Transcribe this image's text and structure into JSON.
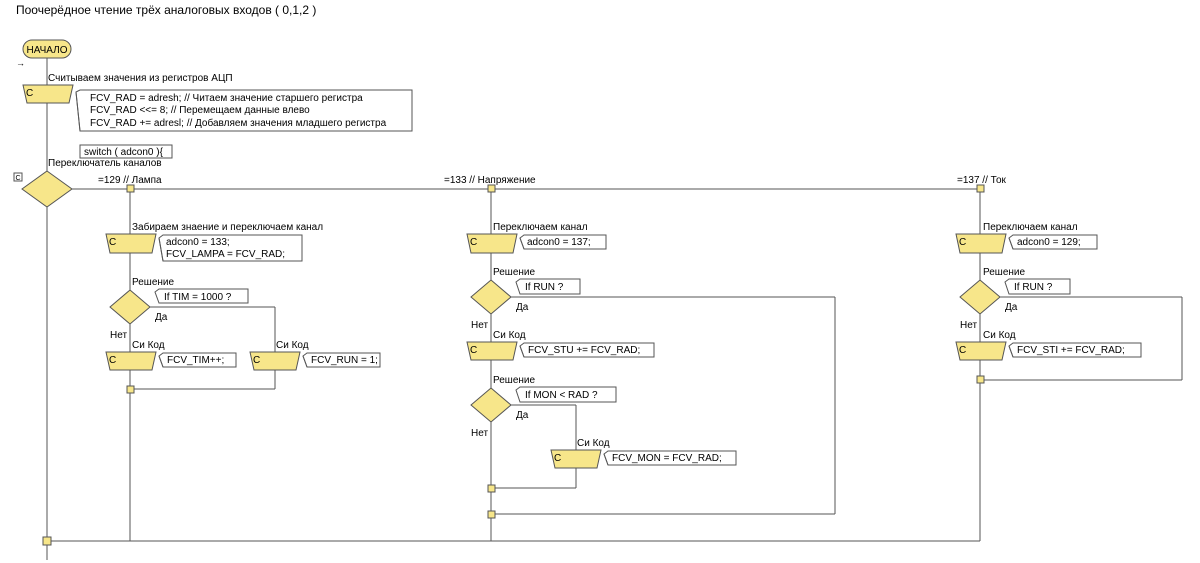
{
  "title": "Поочерёдное чтение трёх аналоговых входов ( 0,1,2 )",
  "start_label": "НАЧАЛО",
  "arrow_glyph": "→",
  "switch_marker": "C",
  "colors": {
    "block_fill": "#f7e68a",
    "line": "#555555",
    "background": "#ffffff"
  },
  "read_adc": {
    "caption": "Считываем значения из регистров АЦП",
    "block_label": "C",
    "code": [
      "FCV_RAD = adresh;  // Читаем значение старшего регистра",
      "FCV_RAD <<= 8;     // Перемещаем данные влево",
      "FCV_RAD += adresl; // Добавляем значения младшего регистра"
    ]
  },
  "switch": {
    "code": "switch ( adcon0 ){",
    "caption": "Переключатель каналов",
    "cases": [
      "=129 // Лампа",
      "=133 // Напряжение",
      "=137 // Ток"
    ]
  },
  "case_lamp": {
    "caption": "Забираем знаение и переключаем канал",
    "block_label": "C",
    "code": [
      "adcon0 = 133;",
      "FCV_LAMPA = FCV_RAD;"
    ],
    "decision_caption": "Решение",
    "decision_code": "If  TIM = 1000 ?",
    "yes": "Да",
    "no": "Нет",
    "no_caption": "Си Код",
    "no_label": "C",
    "no_code": "FCV_TIM++;",
    "yes_caption": "Си Код",
    "yes_label": "C",
    "yes_code": "FCV_RUN = 1;"
  },
  "case_voltage": {
    "caption": "Переключаем канал",
    "block_label": "C",
    "code": "adcon0 = 137;",
    "decision1_caption": "Решение",
    "decision1_code": "If  RUN ?",
    "yes1": "Да",
    "no1": "Нет",
    "code_caption": "Си Код",
    "code_label": "C",
    "stu_code": "FCV_STU += FCV_RAD;",
    "decision2_caption": "Решение",
    "decision2_code": "If  MON < RAD ?",
    "yes2": "Да",
    "no2": "Нет",
    "mon_caption": "Си Код",
    "mon_label": "C",
    "mon_code": "FCV_MON = FCV_RAD;"
  },
  "case_current": {
    "caption": "Переключаем канал",
    "block_label": "C",
    "code": "adcon0 = 129;",
    "decision_caption": "Решение",
    "decision_code": "If  RUN ?",
    "yes": "Да",
    "no": "Нет",
    "code_caption": "Си Код",
    "code_label": "C",
    "sti_code": "FCV_STI += FCV_RAD;"
  }
}
